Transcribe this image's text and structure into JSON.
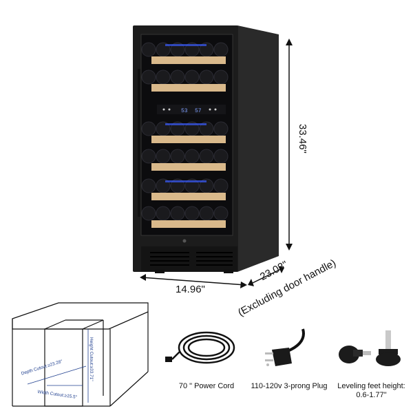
{
  "dimensions": {
    "height": "33.46\"",
    "width": "14.96\"",
    "depth": "23.03\"",
    "depth_note": "(Excluding door handle)"
  },
  "cutout": {
    "depth": "Depth Cutout:≥23.28\"",
    "height": "Height Cutout:≥33.71\"",
    "width": "Width Cutout:≥15.5\""
  },
  "panel": {
    "display_left": "53",
    "display_right": "57"
  },
  "accessories": [
    {
      "label": "70 \" Power Cord"
    },
    {
      "label": "110-120v 3-prong Plug"
    },
    {
      "label": "Leveling feet height:",
      "sub": "0.6-1.77\""
    }
  ],
  "colors": {
    "cabinet": "#1f1f1f",
    "glass": "#0d0d0f",
    "wood": "#d9b98b",
    "led": "#3a5cff"
  }
}
